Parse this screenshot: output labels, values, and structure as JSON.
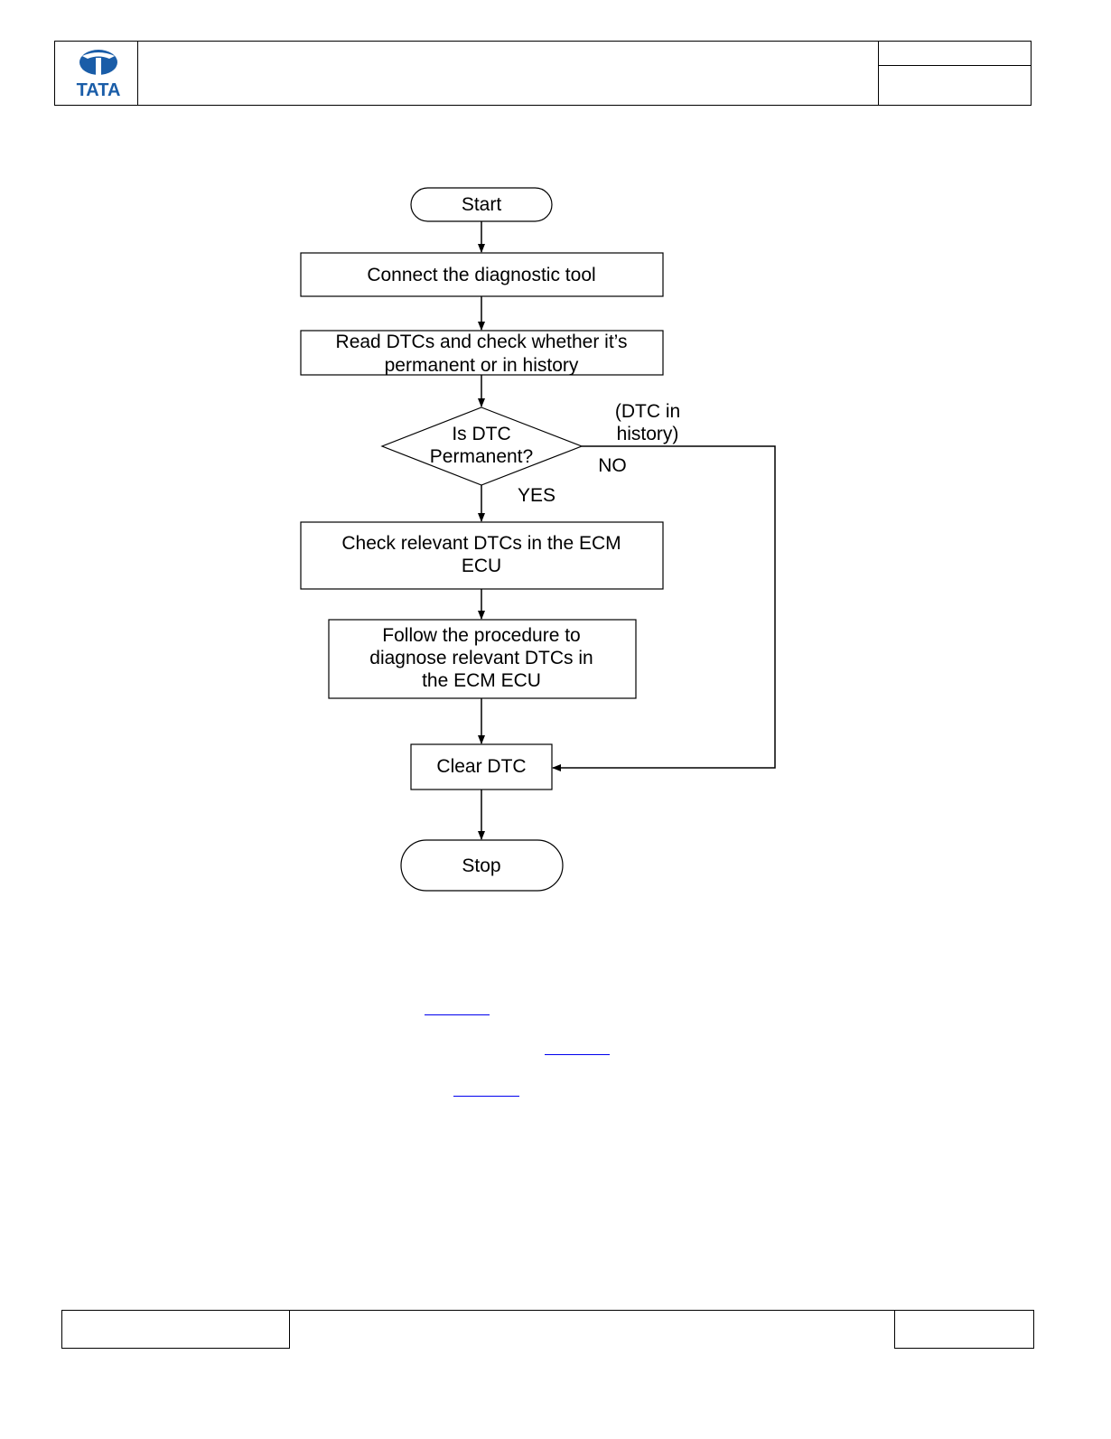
{
  "header": {
    "logo_text": "TATA",
    "colors": {
      "brand": "#1a5da8"
    }
  },
  "flowchart": {
    "start": "Start",
    "connect": "Connect the diagnostic tool",
    "read": [
      "Read DTCs and check whether it’s",
      "permanent or in history"
    ],
    "decision": [
      "Is DTC",
      "Permanent?"
    ],
    "history_label": [
      "(DTC in",
      "history)"
    ],
    "no_label": "NO",
    "yes_label": "YES",
    "check": [
      "Check relevant  DTCs in the ECM",
      "ECU"
    ],
    "follow": [
      "Follow the procedure to",
      "diagnose relevant  DTCs in",
      "the ECM ECU"
    ],
    "clear": "Clear DTC",
    "stop": "Stop"
  },
  "links": {
    "color": "#0000ee"
  }
}
